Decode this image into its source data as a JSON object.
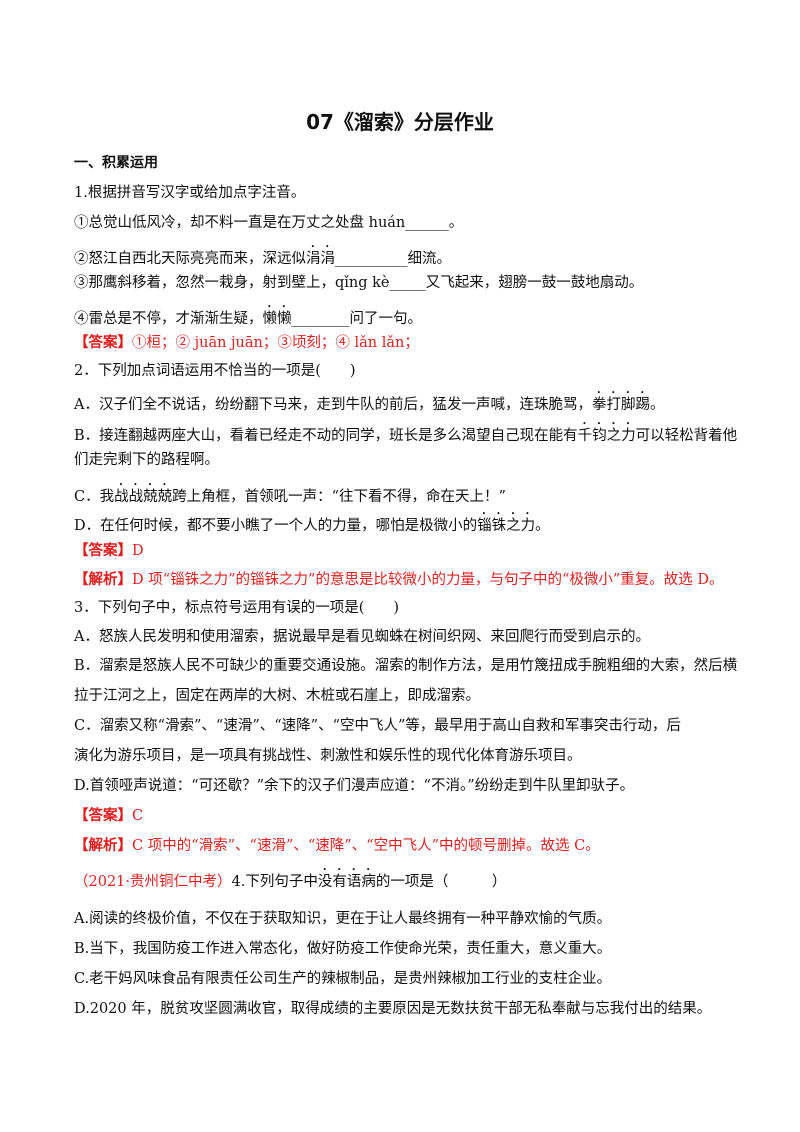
{
  "title": "07《溜索》分层作业",
  "section1": "一、积累运用",
  "q1": {
    "stem": "1.根据拼音写汉字或给加点字注音。",
    "l1": "①总觉山低风冷，却不料一直是在万丈之处盘 huán______。",
    "l2a": "②怒江自西北天际亮亮而来，深远似",
    "l2dot": "涓涓",
    "l2b": "__________细流。",
    "l3": "③那鹰斜移着，忽然一栽身，射到壁上，qǐng kè_____又飞起来，翅膀一鼓一鼓地扇动。",
    "l4a": "④雷总是不停，才渐渐生疑，",
    "l4dot": "懒懒",
    "l4b": "________问了一句。",
    "ans_tag": "【答案】",
    "ans": "①桓；② juān juān；③顷刻；④ lǎn lǎn；"
  },
  "q2": {
    "stem": "2．下列加点词语运用不恰当的一项是(　　)",
    "a_pre": "A．汉子们全不说话，纷纷翻下马来，走到牛队的前后，猛发一声喊，连珠脆骂，",
    "a_dot": "拳打脚踢",
    "a_post": "。",
    "b1_pre": "B．接连翻越两座大山，看着已经走不动的同学，班长是多么渴望自己现在能有",
    "b1_dot": "千钧之力",
    "b1_post": "可以轻松背着他",
    "b2": "们走完剩下的路程啊。",
    "c_pre": "C．我",
    "c_dot": "战战兢兢",
    "c_post": "跨上角框，首领吼一声：“往下看不得，命在天上！”",
    "d_pre": "D．在任何时候，都不要小瞧了一个人的力量，哪怕是极微小的",
    "d_dot": "锱铢之力",
    "d_post": "。",
    "ans_tag": "【答案】",
    "ans": "D",
    "exp_tag": "【解析】",
    "exp": "D 项“锱铢之力”的锱铢之力”的意思是比较微小的力量，与句子中的“极微小”重复。故选 D。"
  },
  "q3": {
    "stem": "3．下列句子中，标点符号运用有误的一项是(　　)",
    "a": "A．怒族人民发明和使用溜索，据说最早是看见蜘蛛在树间织网、来回爬行而受到启示的。",
    "b1": "B．溜索是怒族人民不可缺少的重要交通设施。溜索的制作方法，是用竹篾扭成手腕粗细的大索，然后横",
    "b2": "拉于江河之上，固定在两岸的大树、木桩或石崖上，即成溜索。",
    "c1": "C．溜索又称“滑索”、“速滑”、“速降”、“空中飞人”等，最早用于高山自救和军事突击行动，后",
    "c2": "演化为游乐项目，是一项具有挑战性、刺激性和娱乐性的现代化体育游乐项目。",
    "d": "D.首领哑声说道：“可还歇？”余下的汉子们漫声应道：“不消。”纷纷走到牛队里卸驮子。",
    "ans_tag": "【答案】",
    "ans": "C",
    "exp_tag": "【解析】",
    "exp": "C 项中的“滑索”、“速滑”、“速降”、“空中飞人”中的顿号删掉。故选 C。"
  },
  "q4": {
    "src": "（2021·贵州铜仁中考）",
    "stem_pre": "4.下列句子中",
    "stem_dot": "没有语病",
    "stem_post": "的一项是（　　　）",
    "a": "A.阅读的终极价值，不仅在于获取知识，更在于让人最终拥有一种平静欢愉的气质。",
    "b": "B.当下，我国防疫工作进入常态化，做好防疫工作使命光荣，责任重大，意义重大。",
    "c": "C.老干妈风味食品有限责任公司生产的辣椒制品，是贵州辣椒加工行业的支柱企业。",
    "d": "D.2020 年，脱贫攻坚圆满收官，取得成绩的主要原因是无数扶贫干部无私奉献与忘我付出的结果。"
  }
}
